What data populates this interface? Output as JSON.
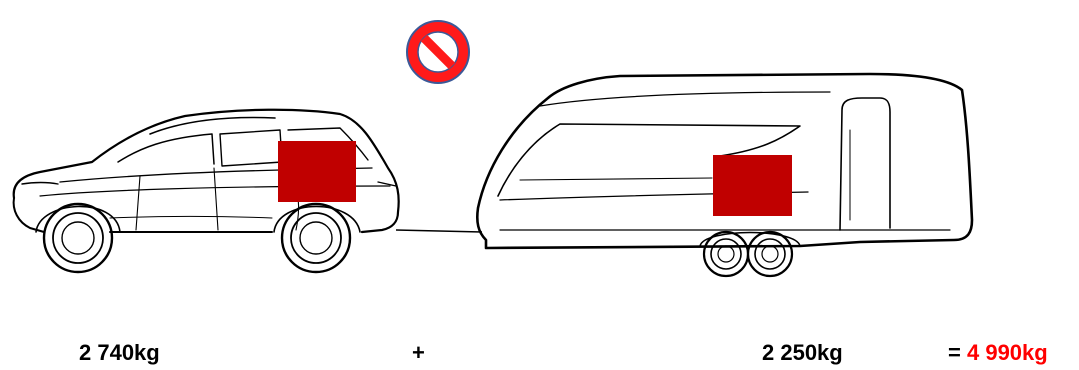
{
  "weights": {
    "car": "2 740kg",
    "plus": "+",
    "trailer": "2 250kg",
    "equals": "=",
    "total": "4 990kg"
  },
  "colors": {
    "outline": "#000000",
    "weight_box": "#c00000",
    "total_value": "#ff0000",
    "prohibition_fill": "#ff1a1a",
    "prohibition_border": "#3b5998"
  },
  "icons": {
    "prohibition": "prohibition-icon",
    "car": "car-icon",
    "caravan": "caravan-icon"
  }
}
